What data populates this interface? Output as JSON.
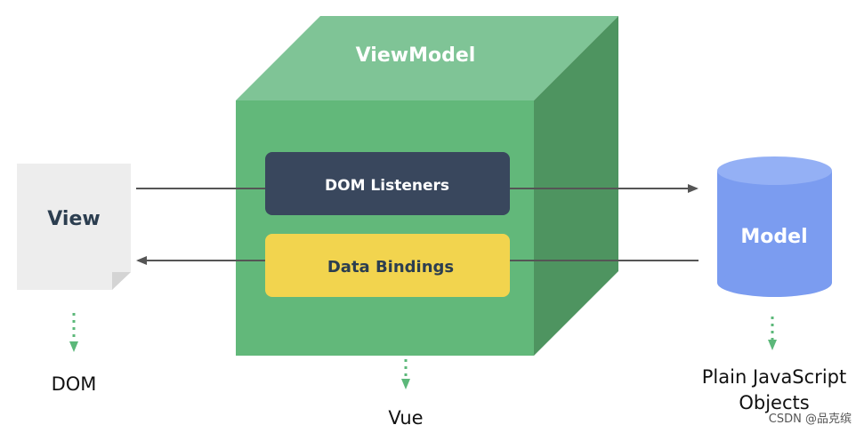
{
  "viewmodel": {
    "title": "ViewModel",
    "dom_listeners": "DOM Listeners",
    "data_bindings": "Data Bindings",
    "caption": "Vue"
  },
  "view": {
    "label": "View",
    "caption": "DOM"
  },
  "model": {
    "label": "Model",
    "caption_line1": "Plain JavaScript",
    "caption_line2": "Objects"
  },
  "watermark": "CSDN @品克缤",
  "colors": {
    "cube_front": "#62b87a",
    "cube_top": "#7fc496",
    "cube_side": "#4e9460",
    "dom_listeners_box": "#39475d",
    "data_bindings_box": "#f2d44e",
    "view_doc": "#ededed",
    "model_cylinder": "#7b9cf0",
    "model_cylinder_top": "#94b0f5",
    "dotted_arrow": "#5cb87a",
    "connector_line": "#555555"
  }
}
